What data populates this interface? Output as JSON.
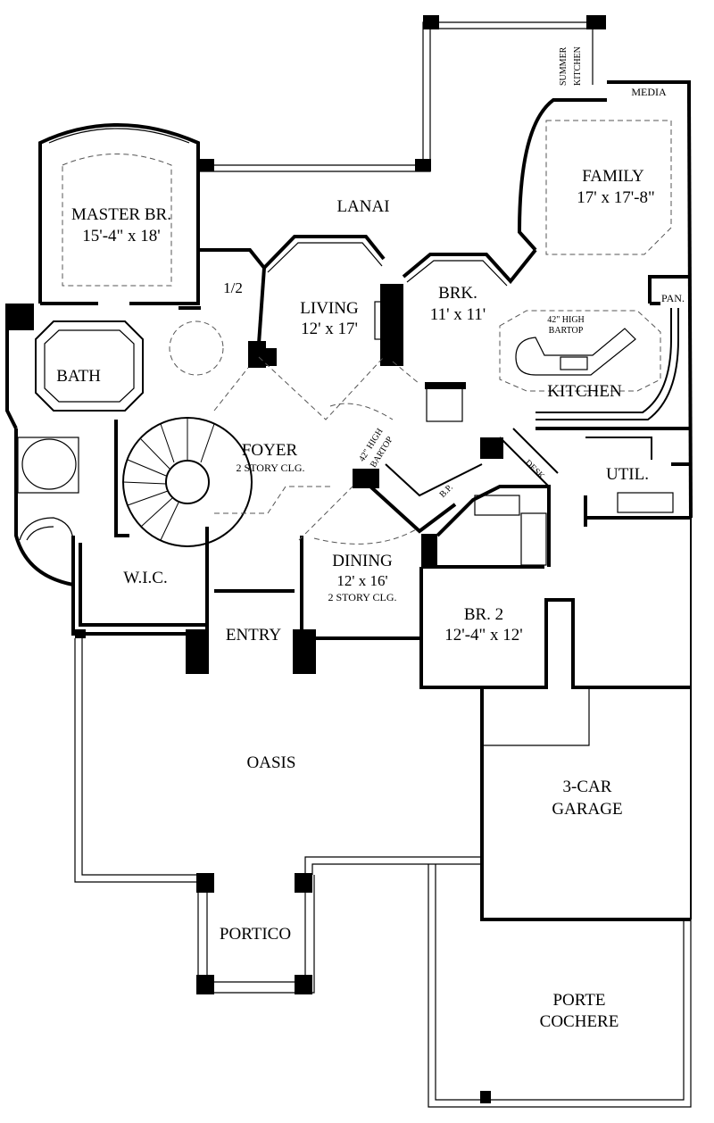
{
  "rooms": {
    "master": {
      "name": "MASTER BR.",
      "dims": "15'-4\" x 18'"
    },
    "lanai": {
      "name": "LANAI"
    },
    "summer_kitchen": {
      "line1": "SUMMER",
      "line2": "KITCHEN"
    },
    "media": {
      "name": "MEDIA"
    },
    "family": {
      "name": "FAMILY",
      "dims": "17' x 17'-8\""
    },
    "half_bath": {
      "name": "1/2"
    },
    "living": {
      "name": "LIVING",
      "dims": "12' x 17'"
    },
    "brk": {
      "name": "BRK.",
      "dims": "11' x 11'"
    },
    "pan": {
      "name": "PAN."
    },
    "bartop_kitchen": {
      "line1": "42\" HIGH",
      "line2": "BARTOP"
    },
    "kitchen": {
      "name": "KITCHEN"
    },
    "bath": {
      "name": "BATH"
    },
    "foyer": {
      "name": "FOYER",
      "note": "2 STORY CLG."
    },
    "bartop_foyer": {
      "line1": "42\" HIGH",
      "line2": "BARTOP"
    },
    "desk": {
      "name": "DESK"
    },
    "util": {
      "name": "UTIL."
    },
    "bp": {
      "name": "B.P."
    },
    "wic": {
      "name": "W.I.C."
    },
    "dining": {
      "name": "DINING",
      "dims": "12' x 16'",
      "note": "2 STORY CLG."
    },
    "br2": {
      "name": "BR. 2",
      "dims": "12'-4\" x 12'"
    },
    "entry": {
      "name": "ENTRY"
    },
    "oasis": {
      "name": "OASIS"
    },
    "garage": {
      "line1": "3-CAR",
      "line2": "GARAGE"
    },
    "portico": {
      "name": "PORTICO"
    },
    "porte_cochere": {
      "line1": "PORTE",
      "line2": "COCHERE"
    }
  }
}
